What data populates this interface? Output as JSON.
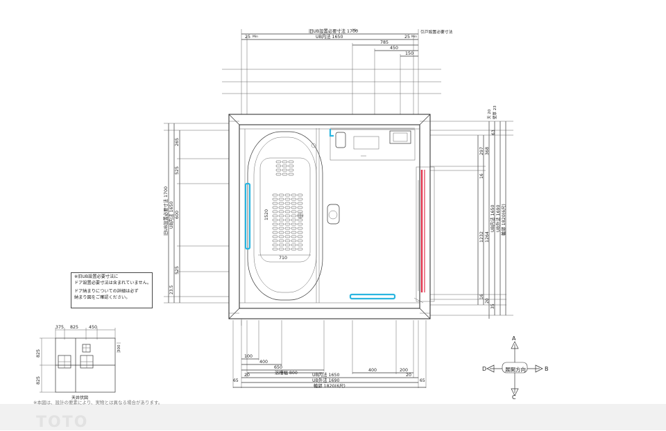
{
  "dimensions": {
    "top_total": "旧UB設置必要寸法 1700",
    "top_total_unit": "Min",
    "top_inner": "UB内法 1650",
    "top_left_25": "25",
    "top_right_25": "25",
    "mm_unit": "Min",
    "top_door_note": "引戸設置必要寸法",
    "top_785": "785",
    "top_450": "450",
    "top_150": "150",
    "left_265": "265",
    "left_525a": "525",
    "left_600": "600",
    "left_525b": "525",
    "left_235": "23.5",
    "left_total": "旧UB設置必要寸法 1700",
    "left_inner": "UB内法 1650",
    "right_20": "天 20",
    "right_23": "壁厚 23",
    "right_63": "63",
    "right_297": "297",
    "right_368": "368",
    "right_16a": "16",
    "right_1232": "1232",
    "right_1264": "1264",
    "right_16b": "16",
    "right_20b": "20",
    "right_35": "35",
    "right_1650": "UB内法 1650",
    "right_1690": "UB外法 1690",
    "right_1820": "輪郭 1820(6尺)",
    "tub_1520": "1520",
    "tub_710": "710",
    "bottom_100": "100",
    "bottom_400a": "400",
    "bottom_650": "650",
    "bottom_800": "浴槽幅 800",
    "bottom_400b": "400",
    "bottom_200": "200",
    "bottom_20a": "20",
    "bottom_inner": "UB内法 1650",
    "bottom_20b": "20",
    "bottom_outer": "UB外法 1690",
    "bottom_65a": "65",
    "bottom_65b": "65",
    "bottom_total": "輪郭 1820(6尺)"
  },
  "note": {
    "line1": "※旧UB設置必要寸法に",
    "line2": "ドア設置必要寸法は含まれていません。",
    "line3": "ドア納まりについての詳細は必ず",
    "line4": "納まり図をご確認ください。"
  },
  "ceiling_plan": {
    "caption": "天井伏図",
    "d375": "375",
    "d825": "825",
    "d450": "450",
    "d300": "300",
    "v825a": "825",
    "v825b": "825"
  },
  "compass": {
    "center": "展開方向",
    "a": "A",
    "b": "B",
    "c": "C",
    "d": "D"
  },
  "footer": {
    "text": "※本図は、設計の要素により、実物とは異なる場合があります。",
    "logo": "TOTO"
  },
  "colors": {
    "handrail": "#2ab5e0",
    "door_frame": "#e0304a"
  }
}
